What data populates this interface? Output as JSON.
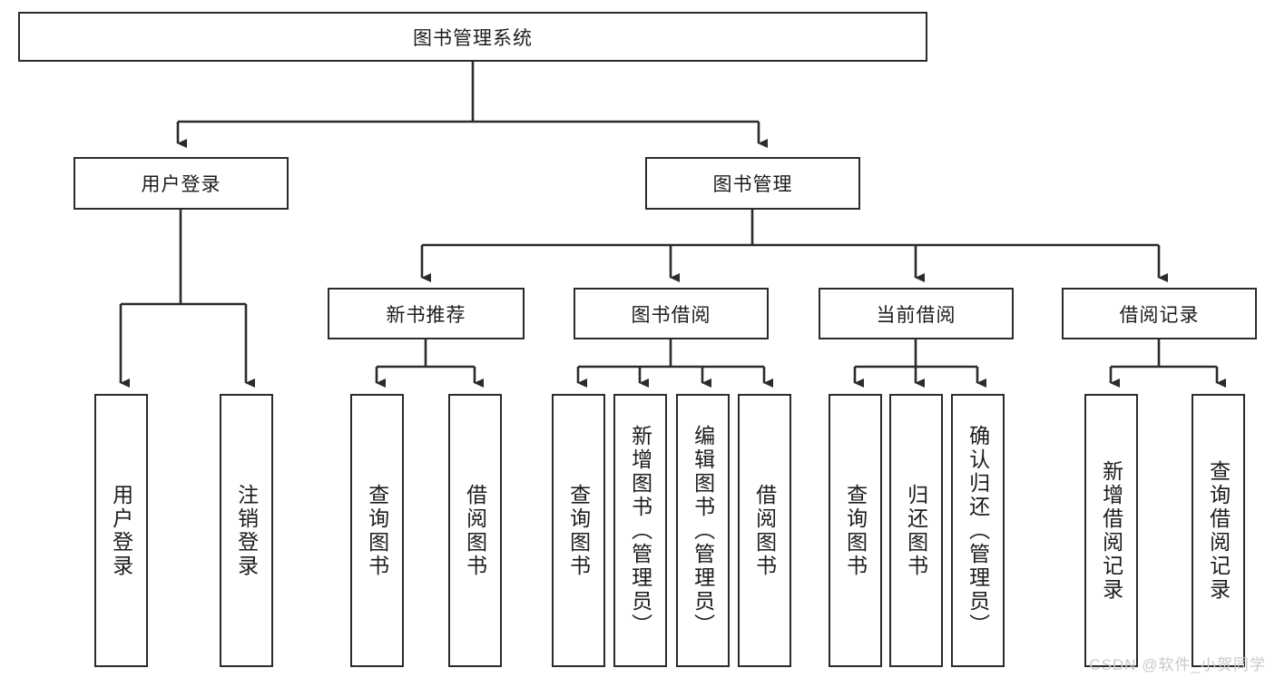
{
  "diagram": {
    "type": "tree",
    "root": {
      "id": "root",
      "label": "图书管理系统"
    },
    "level2": [
      {
        "id": "user-login",
        "label": "用户登录"
      },
      {
        "id": "book-manage",
        "label": "图书管理"
      }
    ],
    "level3": [
      {
        "id": "new-book-rec",
        "label": "新书推荐",
        "parent": "book-manage"
      },
      {
        "id": "book-borrow",
        "label": "图书借阅",
        "parent": "book-manage"
      },
      {
        "id": "current-borrow",
        "label": "当前借阅",
        "parent": "book-manage"
      },
      {
        "id": "borrow-record",
        "label": "借阅记录",
        "parent": "book-manage"
      }
    ],
    "leaves": [
      {
        "id": "leaf-user-login",
        "label": "用户登录",
        "parent": "user-login"
      },
      {
        "id": "leaf-user-logout",
        "label": "注销登录",
        "parent": "user-login"
      },
      {
        "id": "leaf-query-book-1",
        "label": "查询图书",
        "parent": "new-book-rec"
      },
      {
        "id": "leaf-borrow-book-1",
        "label": "借阅图书",
        "parent": "new-book-rec"
      },
      {
        "id": "leaf-query-book-2",
        "label": "查询图书",
        "parent": "book-borrow"
      },
      {
        "id": "leaf-add-book",
        "label": "新增图书（管理员）",
        "parent": "book-borrow"
      },
      {
        "id": "leaf-edit-book",
        "label": "编辑图书（管理员）",
        "parent": "book-borrow"
      },
      {
        "id": "leaf-borrow-book-2",
        "label": "借阅图书",
        "parent": "book-borrow"
      },
      {
        "id": "leaf-query-book-3",
        "label": "查询图书",
        "parent": "current-borrow"
      },
      {
        "id": "leaf-return-book",
        "label": "归还图书",
        "parent": "current-borrow"
      },
      {
        "id": "leaf-confirm-return",
        "label": "确认归还（管理员）",
        "parent": "current-borrow"
      },
      {
        "id": "leaf-add-record",
        "label": "新增借阅记录",
        "parent": "borrow-record"
      },
      {
        "id": "leaf-query-record",
        "label": "查询借阅记录",
        "parent": "borrow-record"
      }
    ]
  },
  "watermark": {
    "text": "CSDN @软件_小贺同学"
  },
  "colors": {
    "stroke": "#2b2b2b",
    "background": "#ffffff",
    "text": "#1c1c1c",
    "watermark": "#c9c9c9"
  }
}
